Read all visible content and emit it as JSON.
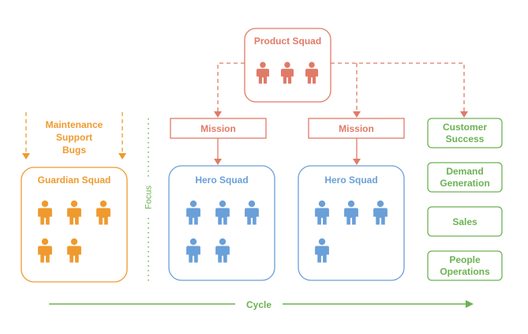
{
  "colors": {
    "product": "#e07b67",
    "guardian": "#ef9a2e",
    "hero": "#6a9fd8",
    "green": "#6cb253"
  },
  "product_squad": {
    "title": "Product Squad",
    "members": 3
  },
  "missions": [
    {
      "label": "Mission"
    },
    {
      "label": "Mission"
    }
  ],
  "guardian": {
    "inputs": [
      "Maintenance",
      "Support",
      "Bugs"
    ],
    "title": "Guardian Squad",
    "members": 5
  },
  "focus_label": "Focus",
  "hero_squads": [
    {
      "title": "Hero Squad",
      "members": 5
    },
    {
      "title": "Hero Squad",
      "members": 4
    }
  ],
  "departments": [
    {
      "lines": [
        "Customer",
        "Success"
      ]
    },
    {
      "lines": [
        "Demand",
        "Generation"
      ]
    },
    {
      "lines": [
        "Sales"
      ]
    },
    {
      "lines": [
        "People",
        "Operations"
      ]
    }
  ],
  "cycle_label": "Cycle",
  "icons": {
    "person": "person-icon",
    "arrow": "arrow-head-icon"
  }
}
